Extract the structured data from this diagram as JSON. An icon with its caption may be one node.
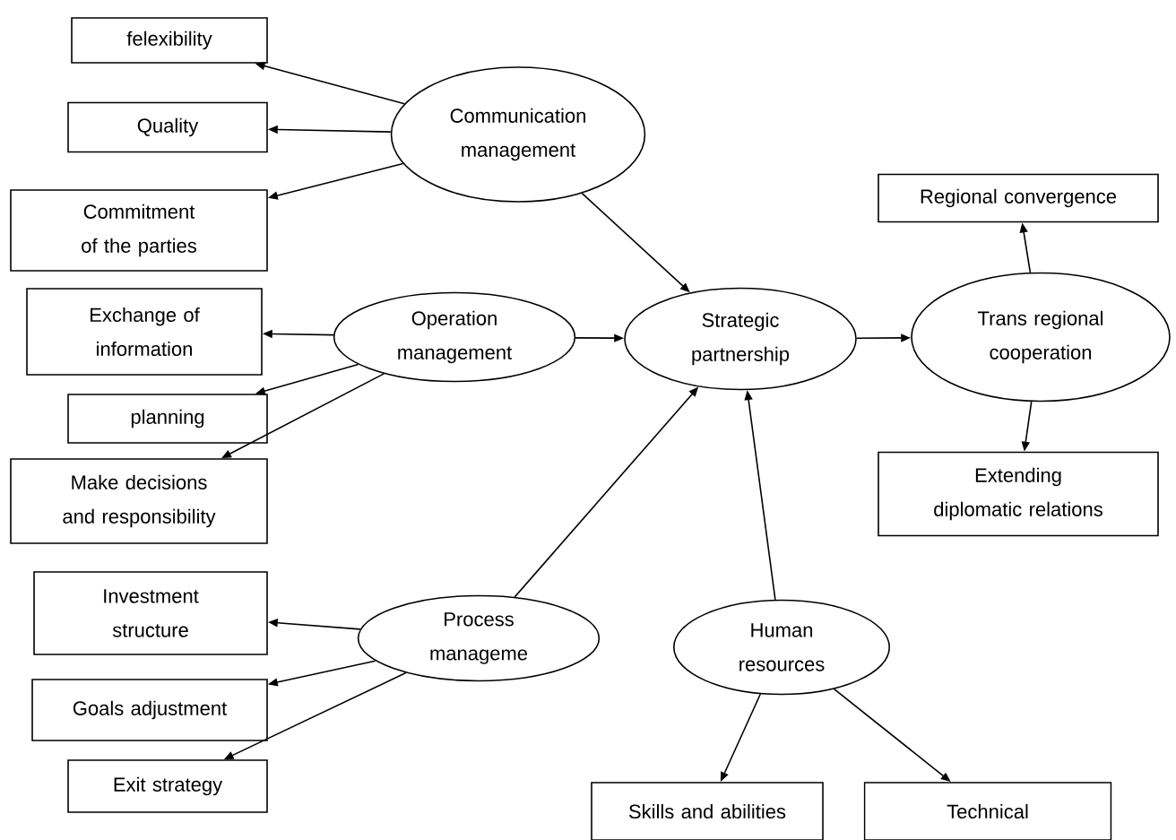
{
  "diagram": {
    "nodes": [
      {
        "text": [
          "felexibility"
        ]
      },
      {
        "text": [
          "Communication management"
        ]
      },
      {
        "text": [
          "Quality"
        ]
      },
      {
        "text": [
          "Commitment of the parties"
        ]
      },
      {
        "text": [
          "Regional convergence"
        ]
      },
      {
        "text": [
          "Exchange of information"
        ]
      },
      {
        "text": [
          "Operation management"
        ]
      },
      {
        "text": [
          "Strategic partnership"
        ]
      },
      {
        "text": [
          "Trans regional cooperation"
        ]
      },
      {
        "text": [
          "planning"
        ]
      },
      {
        "text": [
          "Make decisions and responsibility"
        ]
      },
      {
        "text": [
          "Extending diplomatic relations"
        ]
      },
      {
        "text": [
          "Investment structure"
        ]
      },
      {
        "text": [
          "Process manageme"
        ]
      },
      {
        "text": [
          "Human resources"
        ]
      },
      {
        "text": [
          "Goals adjustment"
        ]
      },
      {
        "text": [
          "Exit strategy"
        ]
      },
      {
        "text": [
          "Skills and abilities"
        ]
      },
      {
        "text": [
          "Technical"
        ]
      }
    ],
    "edges": [
      {
        "from": 1,
        "to": 0,
        "arrow": "to"
      },
      {
        "from": 1,
        "to": 2,
        "arrow": "to"
      },
      {
        "from": 1,
        "to": 3,
        "arrow": "to"
      },
      {
        "from": 1,
        "to": 7,
        "arrow": "to"
      },
      {
        "from": 6,
        "to": 5,
        "arrow": "to"
      },
      {
        "from": 6,
        "to": 9,
        "arrow": "to"
      },
      {
        "from": 6,
        "to": 10,
        "arrow": "to"
      },
      {
        "from": 6,
        "to": 7,
        "arrow": "to"
      },
      {
        "from": 7,
        "to": 8,
        "arrow": "to"
      },
      {
        "from": 8,
        "to": 4,
        "arrow": "to"
      },
      {
        "from": 8,
        "to": 11,
        "arrow": "to"
      },
      {
        "from": 13,
        "to": 12,
        "arrow": "to"
      },
      {
        "from": 13,
        "to": 15,
        "arrow": "to"
      },
      {
        "from": 13,
        "to": 16,
        "arrow": "to"
      },
      {
        "from": 13,
        "to": 7,
        "arrow": "to"
      },
      {
        "from": 14,
        "to": 7,
        "arrow": "to"
      },
      {
        "from": 14,
        "to": 17,
        "arrow": "to"
      },
      {
        "from": 14,
        "to": 18,
        "arrow": "to"
      }
    ]
  }
}
